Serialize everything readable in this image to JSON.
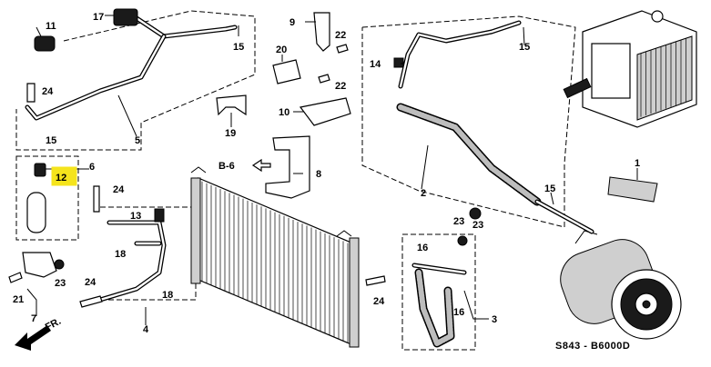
{
  "callouts": {
    "n1": "1",
    "n2": "2",
    "n3": "3",
    "n4": "4",
    "n5": "5",
    "n6": "6",
    "n7": "7",
    "n8": "8",
    "n9": "9",
    "n10": "10",
    "n11": "11",
    "n12": "12",
    "n13": "13",
    "n14": "14",
    "n15a": "15",
    "n15b": "15",
    "n15c": "15",
    "n15d": "15",
    "n16a": "16",
    "n16b": "16",
    "n17": "17",
    "n18a": "18",
    "n18b": "18",
    "n19": "19",
    "n20": "20",
    "n21": "21",
    "n22a": "22",
    "n22b": "22",
    "n23a": "23",
    "n23b": "23",
    "n23c": "23",
    "n24a": "24",
    "n24b": "24",
    "n24c": "24",
    "n24d": "24"
  },
  "reference": {
    "b6": "B-6"
  },
  "front_marker": "FR.",
  "diagram_code": "S843 - B6000D",
  "colors": {
    "highlight": "#f5e41c",
    "ink": "#000000"
  }
}
